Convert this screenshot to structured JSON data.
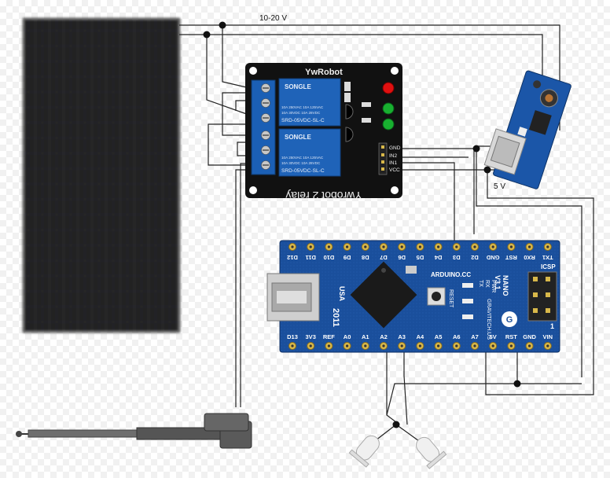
{
  "labels": {
    "supply_voltage": "10-20  V",
    "regulated_voltage": "5 V"
  },
  "relay_module": {
    "brand": "YwRobot",
    "board_text": "Ywrobot 2 relay",
    "relay_brand": "SONGLE",
    "relay_rating_1": "10A 250VAC  10A 125VAC",
    "relay_rating_2": "10A 30VDC  10A 28VDC",
    "relay_model": "SRD-05VDC-SL-C",
    "pins": [
      "GND",
      "IN2",
      "IN1",
      "VCC"
    ]
  },
  "arduino": {
    "top_pins": [
      "D12",
      "D11",
      "D10",
      "D9",
      "D8",
      "D7",
      "D6",
      "D5",
      "D4",
      "D3",
      "D2",
      "GND",
      "RST",
      "RX0",
      "TX1"
    ],
    "bottom_pins": [
      "D13",
      "3V3",
      "REF",
      "A0",
      "A1",
      "A2",
      "A3",
      "A4",
      "A5",
      "A6",
      "A7",
      "5V",
      "RST",
      "GND",
      "VIN"
    ],
    "brand": "ARDUINO.CC",
    "model": "NANO",
    "version": "V3.1",
    "maker": "GRAVITECH.US",
    "year": "2011",
    "country": "USA",
    "icsp": "ICSP",
    "reset": "RESET",
    "led_labels": [
      "TX",
      "RX",
      "PWR"
    ],
    "pin_one": "1"
  },
  "colors": {
    "wire": "#222222",
    "junction": "#111111",
    "relay_pcb": "#111111",
    "relay_blue": "#1f63b8",
    "arduino_pcb": "#1a4f9c",
    "solar_cell": "#2a2a2a",
    "led_red": "#e01010",
    "led_green": "#18b030"
  }
}
